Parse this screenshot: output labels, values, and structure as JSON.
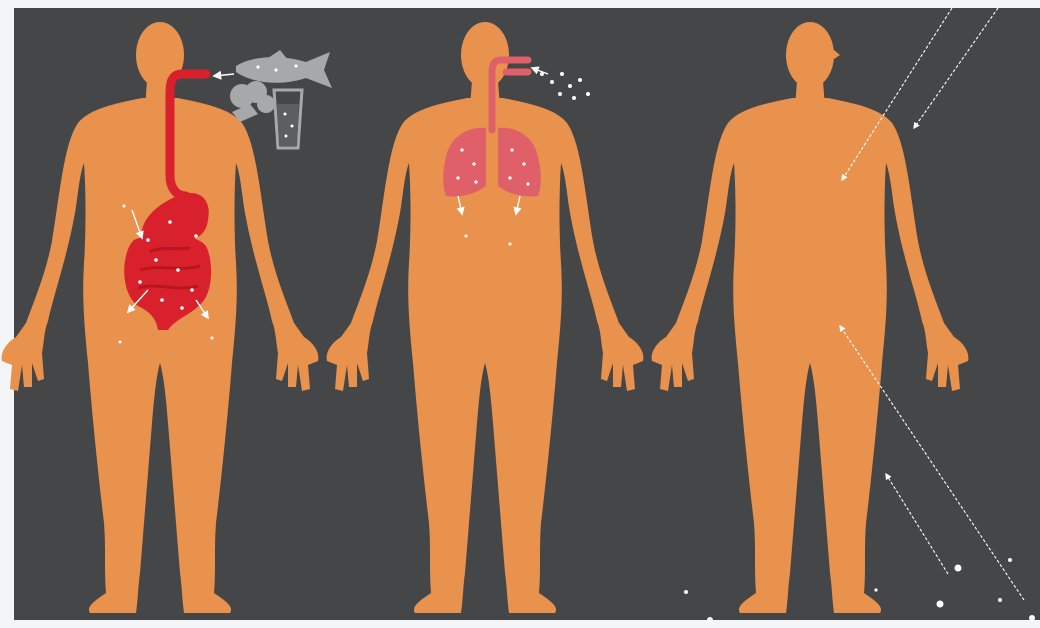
{
  "colors": {
    "page_border": "#f3f5f7",
    "background": "#454647",
    "body": "#e8924d",
    "digestive": "#d8212d",
    "lungs": "#e0606a",
    "food_items": "#a7a8aa",
    "particles": "#ffffff"
  },
  "panels": [
    {
      "id": "ingestion",
      "figure_icon": "human-front-icon",
      "organs_icon": "digestive-system-icon",
      "exposure_icon": "food-and-water-icon"
    },
    {
      "id": "inhalation",
      "figure_icon": "human-front-icon",
      "organs_icon": "lungs-icon",
      "exposure_icon": "airborne-particles-icon"
    },
    {
      "id": "external",
      "figure_icon": "human-profile-icon",
      "organs_icon": "",
      "exposure_icon": "radiation-rays-icon"
    }
  ]
}
